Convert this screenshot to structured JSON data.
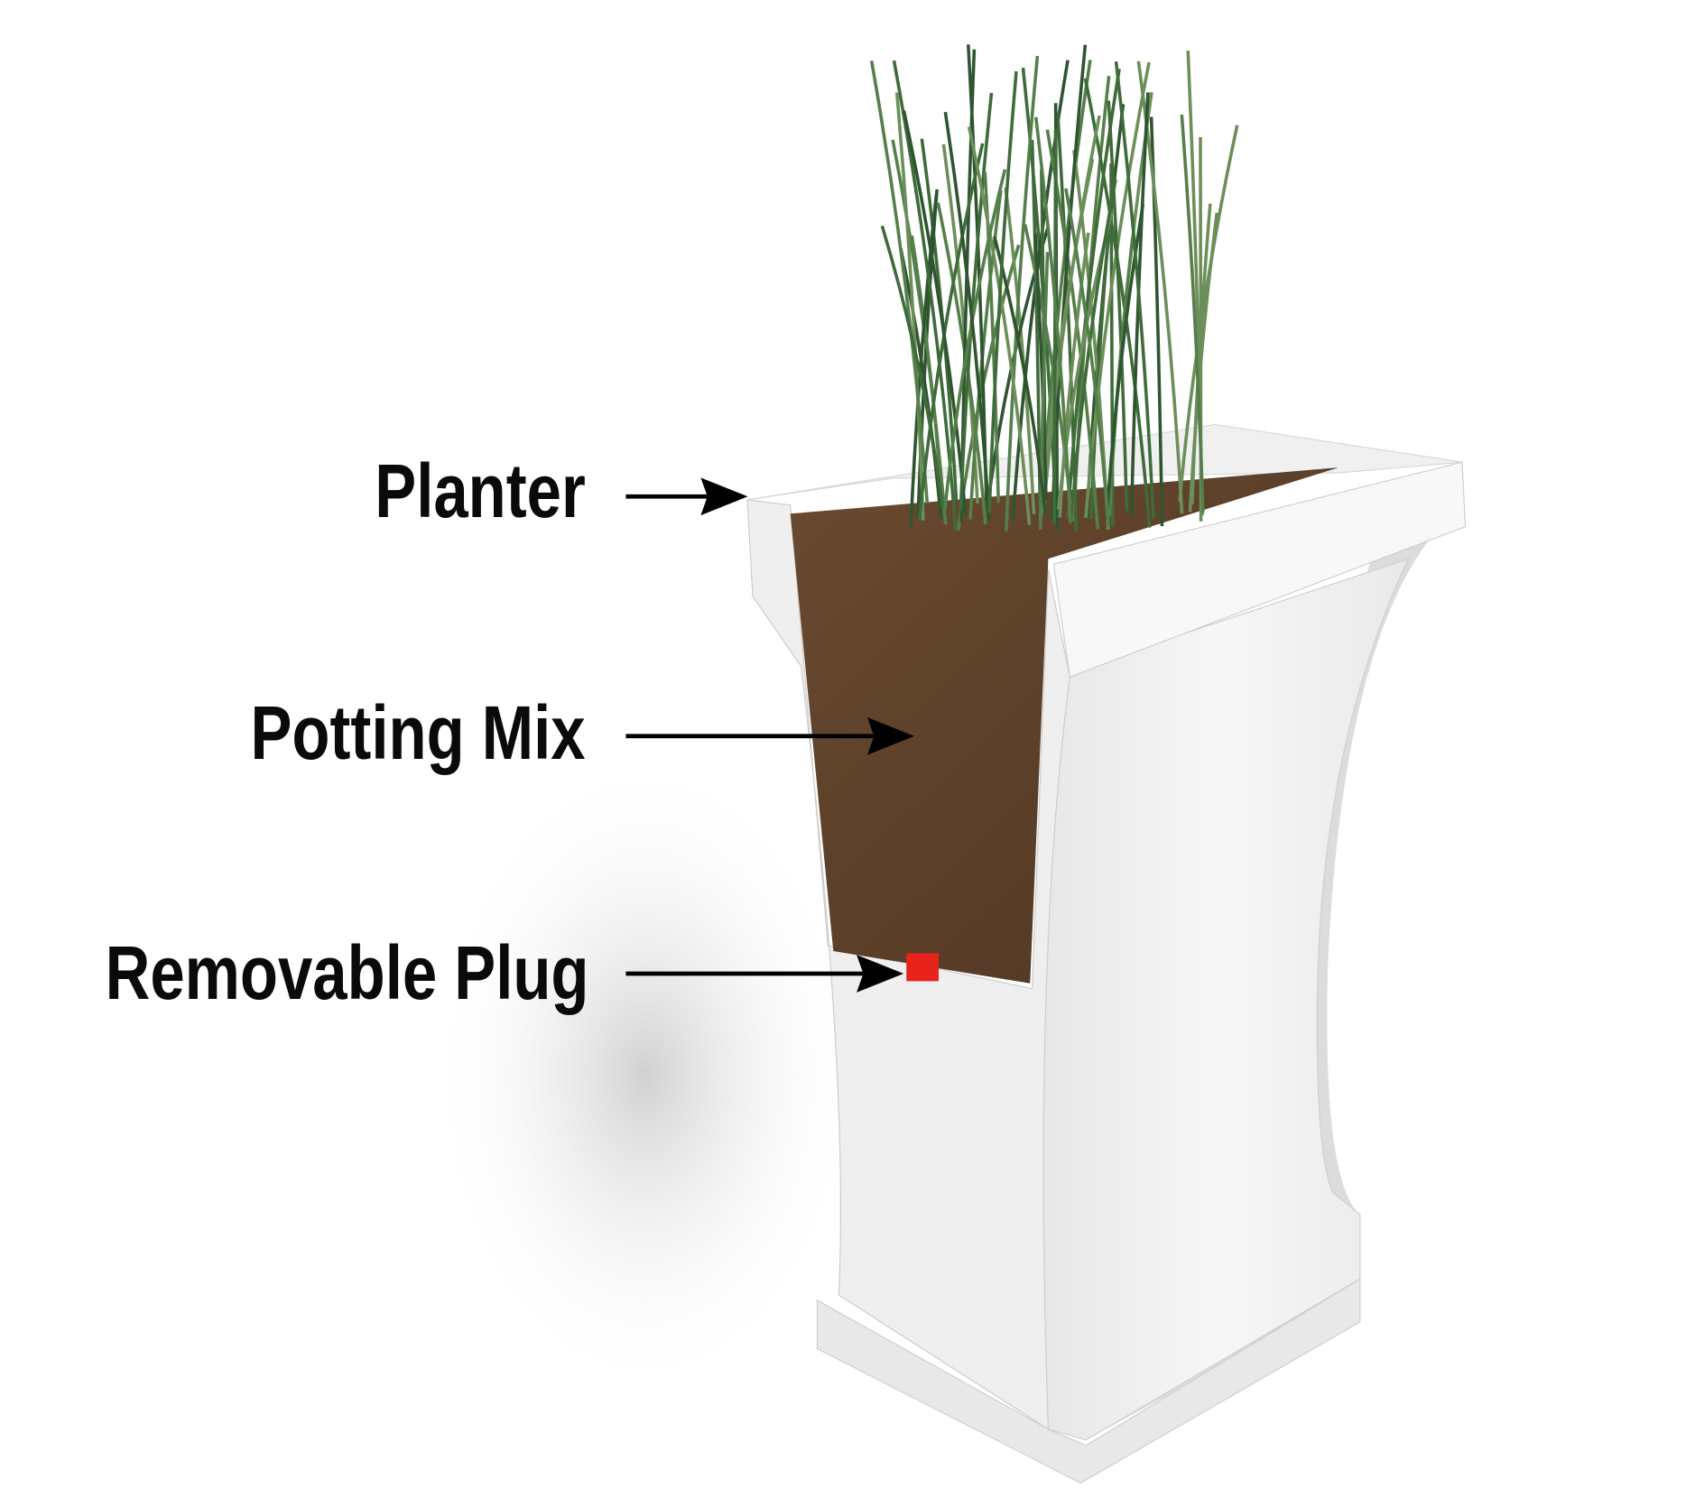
{
  "labels": {
    "planter": "Planter",
    "potting_mix": "Potting Mix",
    "removable_plug": "Removable Plug"
  },
  "colors": {
    "planter": "#f4f4f4",
    "soil": "#5a3e27",
    "grass": "#3f6b3a",
    "plug": "#e8231c",
    "text": "#0a0a0a"
  }
}
